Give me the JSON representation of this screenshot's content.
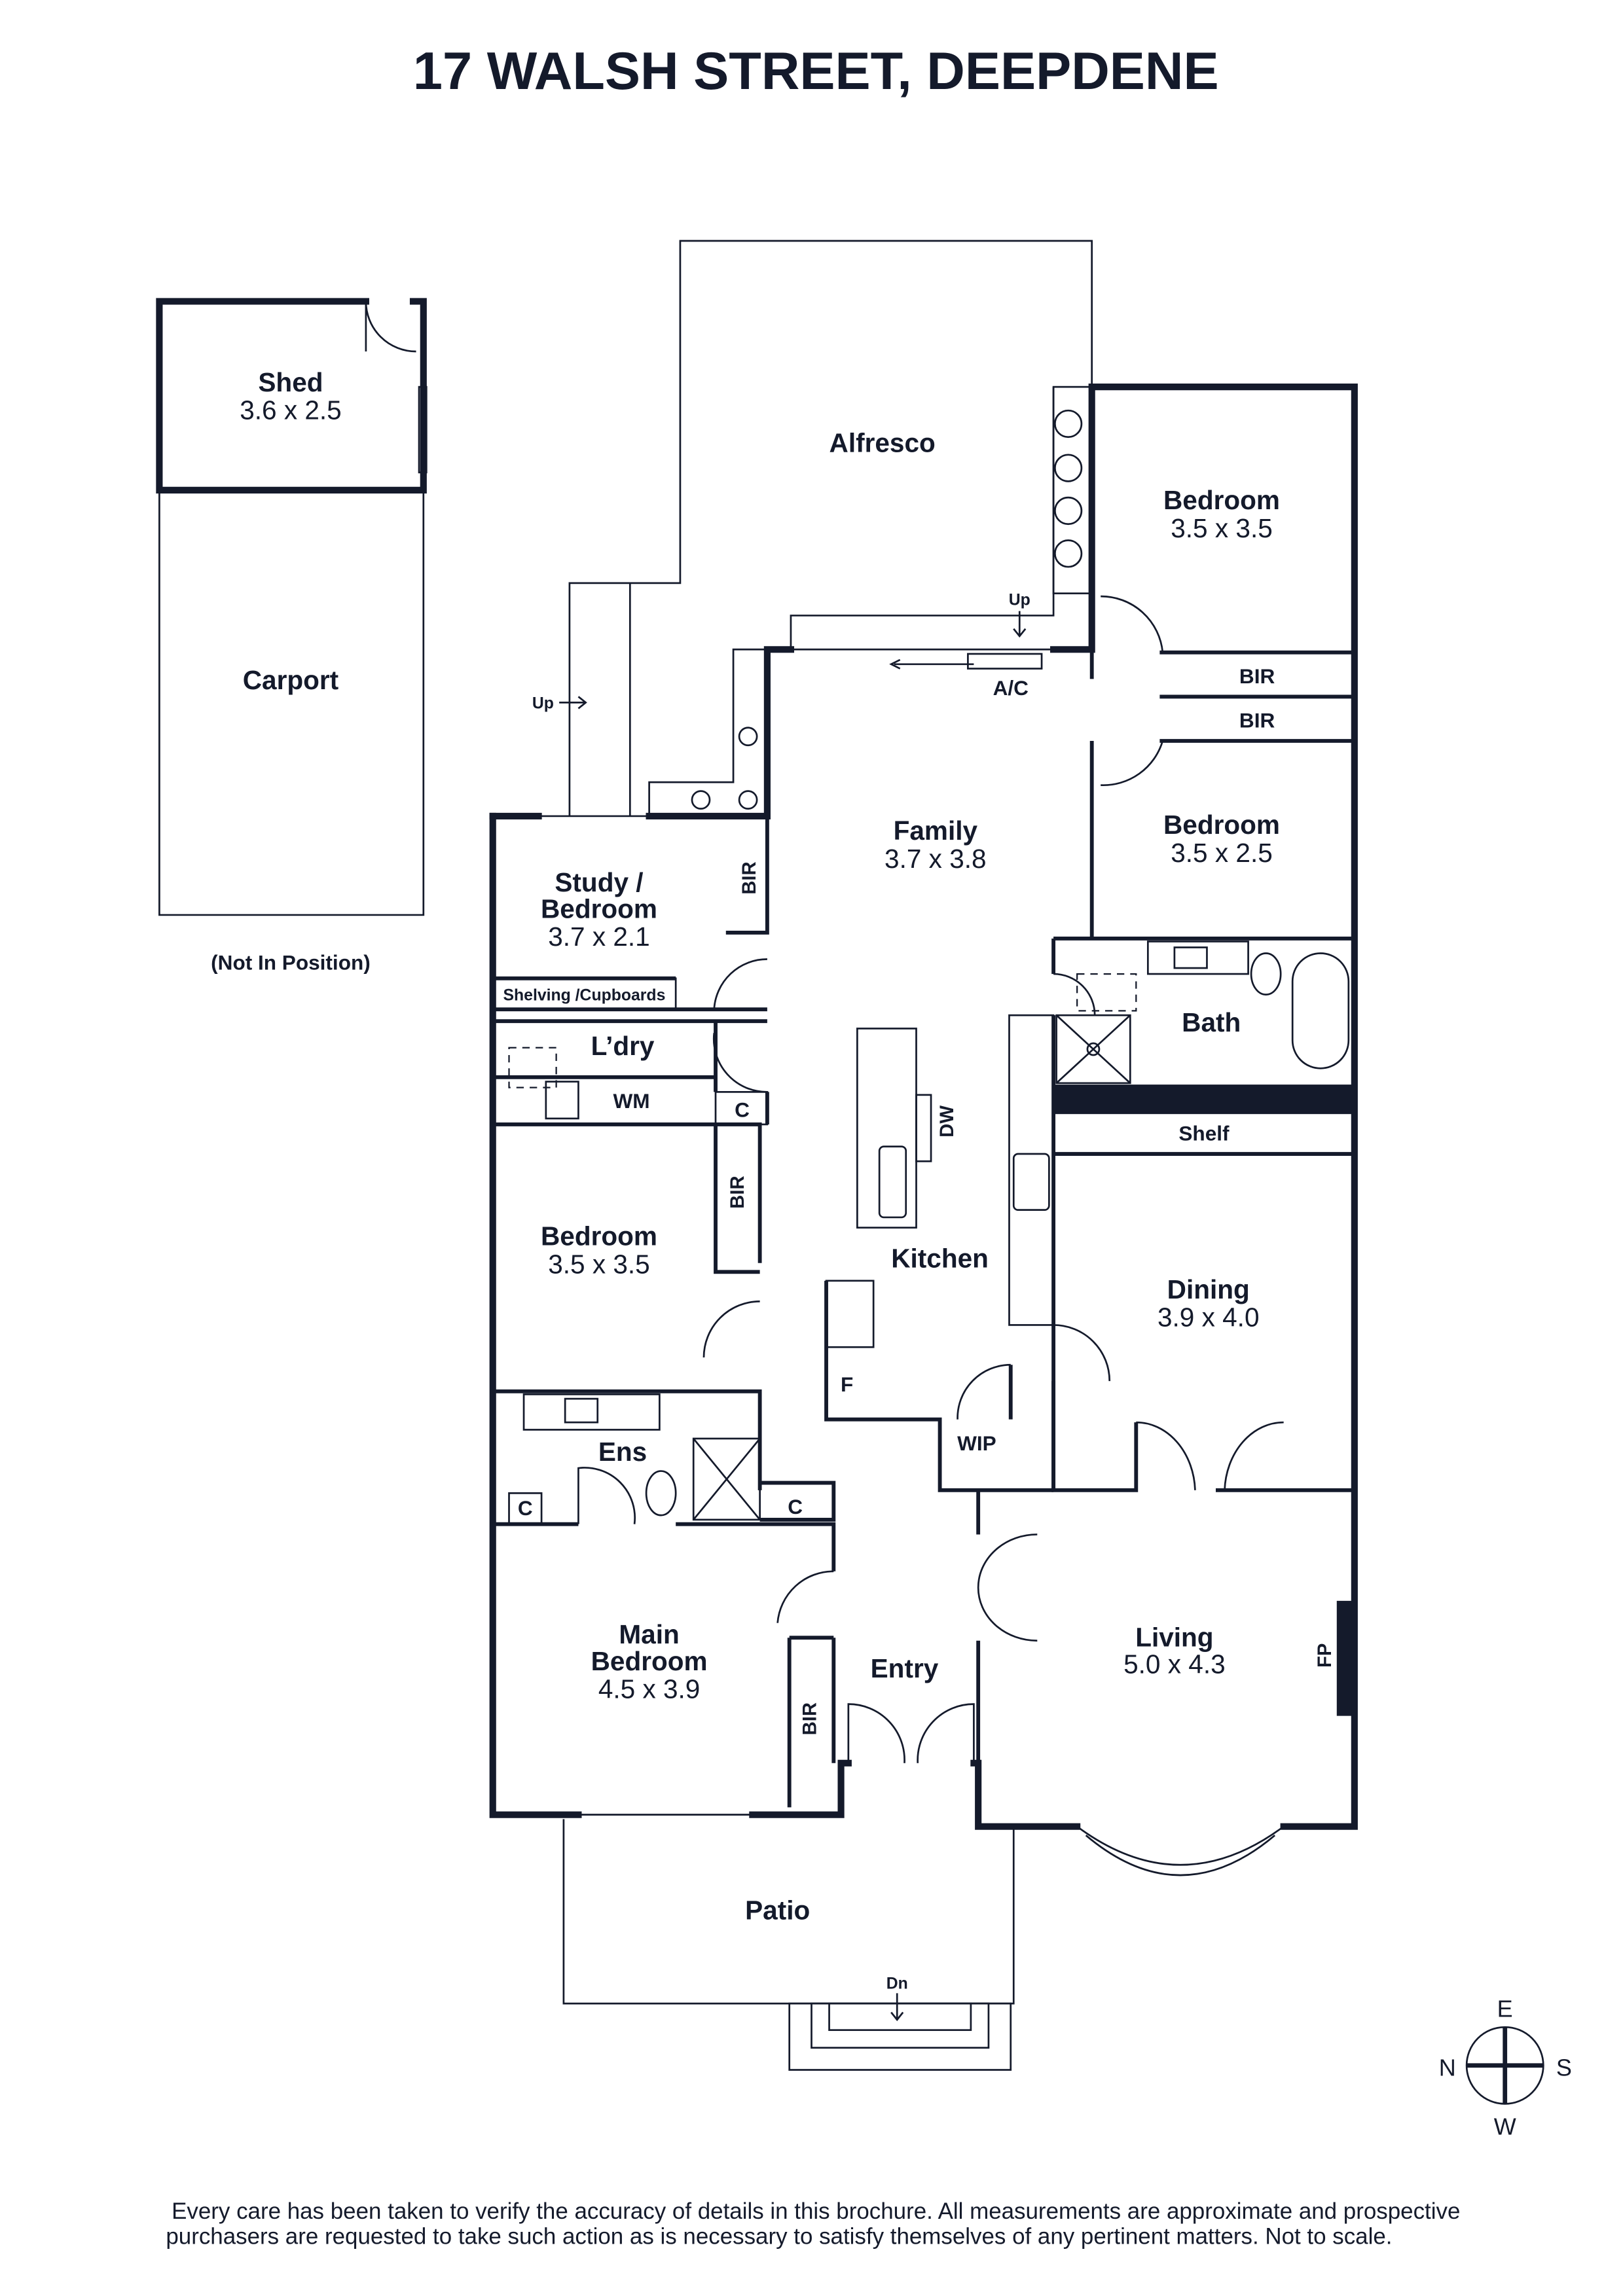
{
  "title": "17 WALSH STREET, DEEPDENE",
  "rooms": {
    "shed": {
      "name": "Shed",
      "size": "3.6 x 2.5"
    },
    "carport": {
      "name": "Carport"
    },
    "not_in_position": "(Not In Position)",
    "alfresco": {
      "name": "Alfresco"
    },
    "bedroom_ne": {
      "name": "Bedroom",
      "size": "3.5 x 3.5"
    },
    "bir_1": "BIR",
    "bir_2": "BIR",
    "bedroom_e": {
      "name": "Bedroom",
      "size": "3.5 x 2.5"
    },
    "family": {
      "name": "Family",
      "size": "3.7 x 3.8"
    },
    "study": {
      "name1": "Study /",
      "name2": "Bedroom",
      "size": "3.7 x 2.1"
    },
    "study_bir": "BIR",
    "shelving": "Shelving /Cupboards",
    "laundry": {
      "name": "L’dry",
      "wm": "WM",
      "c": "C"
    },
    "bath": {
      "name": "Bath"
    },
    "shelf": "Shelf",
    "dw": "DW",
    "bedroom_w_bir": "BIR",
    "kitchen": {
      "name": "Kitchen"
    },
    "bedroom_w": {
      "name": "Bedroom",
      "size": "3.5 x 3.5"
    },
    "dining": {
      "name": "Dining",
      "size": "3.9 x 4.0"
    },
    "fridge": "F",
    "wip": "WIP",
    "ens": {
      "name": "Ens",
      "c1": "C",
      "c2": "C"
    },
    "main_bedroom": {
      "name1": "Main",
      "name2": "Bedroom",
      "size": "4.5 x 3.9",
      "bir": "BIR"
    },
    "entry": {
      "name": "Entry"
    },
    "living": {
      "name": "Living",
      "size": "5.0 x 4.3",
      "fp": "FP"
    },
    "patio": {
      "name": "Patio"
    }
  },
  "stairs": {
    "up_1": "Up",
    "up_2": "Up",
    "dn": "Dn",
    "ac": "A/C"
  },
  "compass": {
    "n": "N",
    "e": "E",
    "s": "S",
    "w": "W"
  },
  "disclaimer": {
    "line1": "Every care has been taken to verify the accuracy of details in this brochure. All measurements are approximate and prospective",
    "line2": "purchasers are requested to take such action as is necessary to satisfy themselves of any pertinent matters. Not to scale."
  },
  "colors": {
    "ink": "#141a2b",
    "background": "#ffffff"
  }
}
